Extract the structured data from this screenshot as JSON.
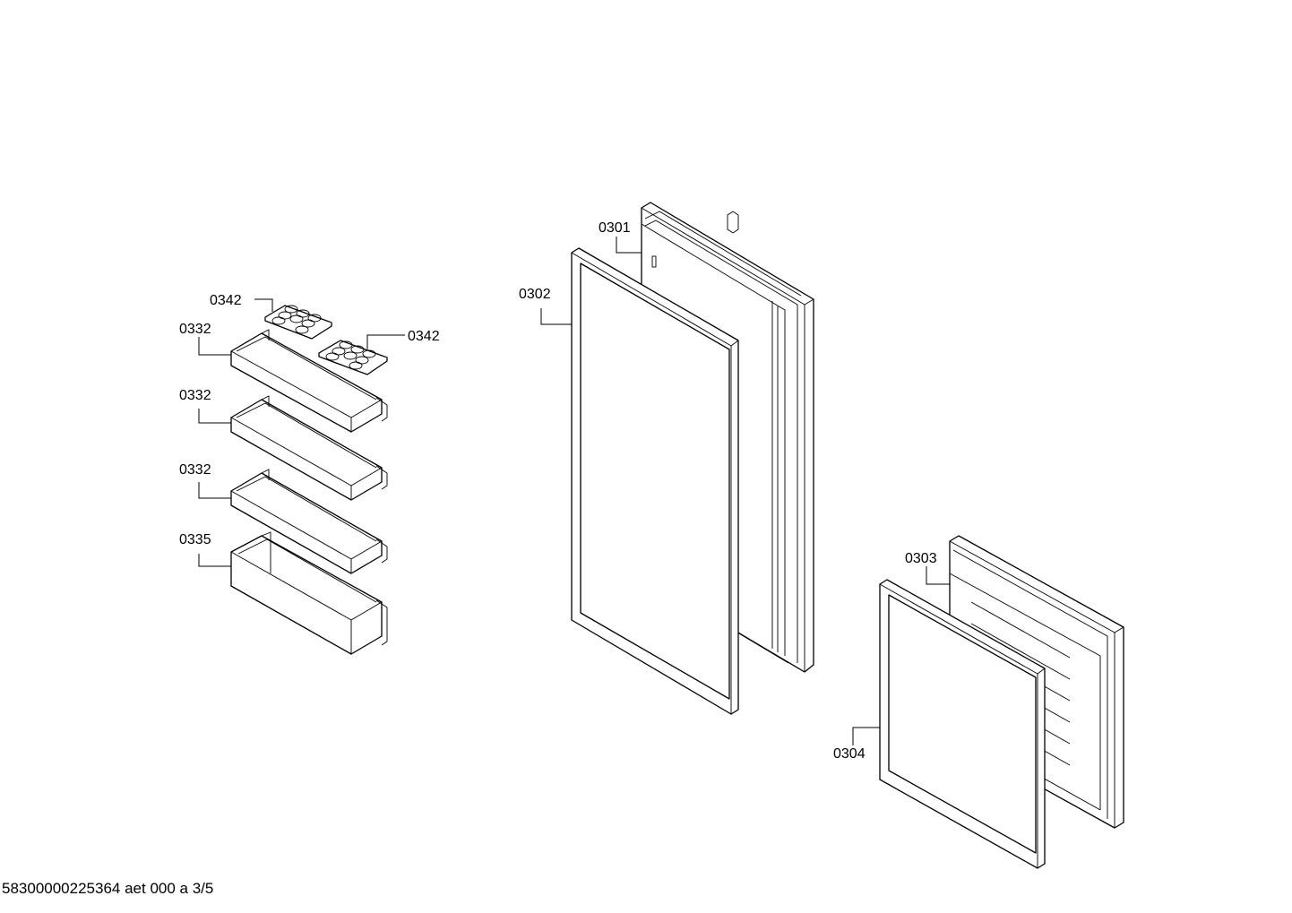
{
  "labels": {
    "door_frame": "0301",
    "door_gasket": "0302",
    "freezer_door": "0303",
    "freezer_gasket": "0304",
    "egg_tray_left": "0342",
    "egg_tray_right": "0342",
    "shelf_1": "0332",
    "shelf_2": "0332",
    "shelf_3": "0332",
    "bottle_shelf": "0335"
  },
  "footer": "58300000225364 aet 000 a 3/5"
}
